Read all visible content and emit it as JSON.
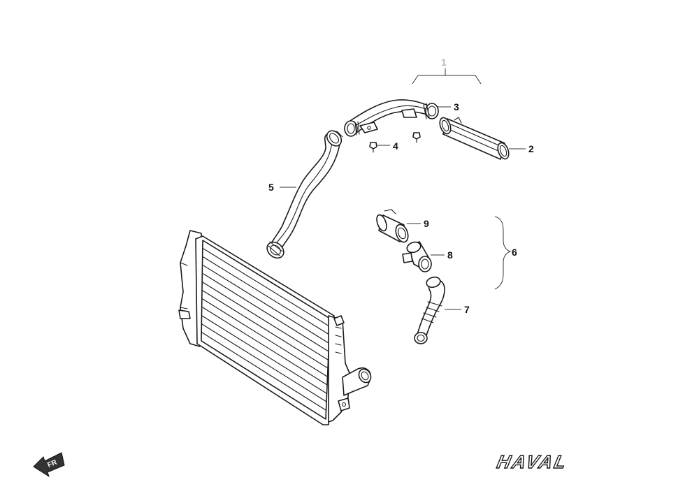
{
  "callouts": {
    "c1": "1",
    "c2": "2",
    "c3": "3",
    "c4": "4",
    "c5": "5",
    "c6": "6",
    "c7": "7",
    "c8": "8",
    "c9": "9"
  },
  "orientation_mark": "FR",
  "brand_logo": "HAVAL"
}
